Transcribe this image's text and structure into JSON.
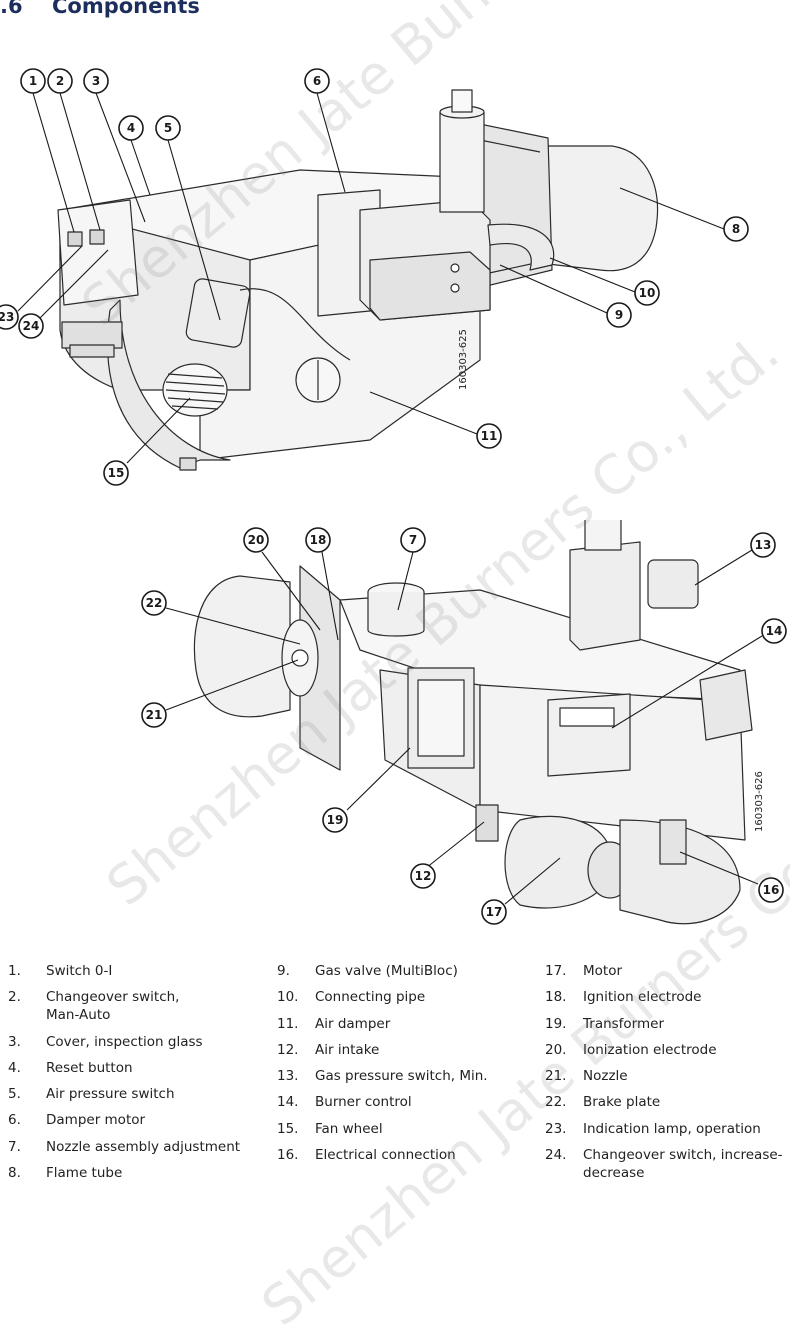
{
  "heading": {
    "number": ".6",
    "title": "Components"
  },
  "figures": {
    "top_drawing_id": "160303-625",
    "bottom_drawing_id": "160303-626"
  },
  "callouts": {
    "c1": "1",
    "c2": "2",
    "c3": "3",
    "c4": "4",
    "c5": "5",
    "c6": "6",
    "c7": "7",
    "c8": "8",
    "c9": "9",
    "c10": "10",
    "c11": "11",
    "c12": "12",
    "c13": "13",
    "c14": "14",
    "c15": "15",
    "c16": "16",
    "c17": "17",
    "c18": "18",
    "c19": "19",
    "c20": "20",
    "c21": "21",
    "c22": "22",
    "c23": "23",
    "c24": "24"
  },
  "legend": {
    "col1": [
      {
        "num": "1.",
        "text": "Switch 0-I"
      },
      {
        "num": "2.",
        "text": "Changeover switch, Man-Auto"
      },
      {
        "num": "3.",
        "text": "Cover, inspection glass"
      },
      {
        "num": "4.",
        "text": "Reset button"
      },
      {
        "num": "5.",
        "text": "Air pressure switch"
      },
      {
        "num": "6.",
        "text": "Damper motor"
      },
      {
        "num": "7.",
        "text": "Nozzle assembly adjustment"
      },
      {
        "num": "8.",
        "text": "Flame tube"
      }
    ],
    "col2": [
      {
        "num": "9.",
        "text": "Gas valve (MultiBloc)"
      },
      {
        "num": "10.",
        "text": "Connecting pipe"
      },
      {
        "num": "11.",
        "text": "Air damper"
      },
      {
        "num": "12.",
        "text": "Air intake"
      },
      {
        "num": "13.",
        "text": "Gas pressure switch, Min."
      },
      {
        "num": "14.",
        "text": "Burner control"
      },
      {
        "num": "15.",
        "text": "Fan wheel"
      },
      {
        "num": "16.",
        "text": "Electrical connection"
      }
    ],
    "col3": [
      {
        "num": "17.",
        "text": "Motor"
      },
      {
        "num": "18.",
        "text": "Ignition electrode"
      },
      {
        "num": "19.",
        "text": "Transformer"
      },
      {
        "num": "20.",
        "text": "Ionization electrode"
      },
      {
        "num": "21.",
        "text": "Nozzle"
      },
      {
        "num": "22.",
        "text": "Brake plate"
      },
      {
        "num": "23.",
        "text": "Indication lamp, operation"
      },
      {
        "num": "24.",
        "text": "Changeover switch, increase-decrease"
      }
    ]
  },
  "watermark": "Shenzhen Jate Burners Co., Ltd."
}
